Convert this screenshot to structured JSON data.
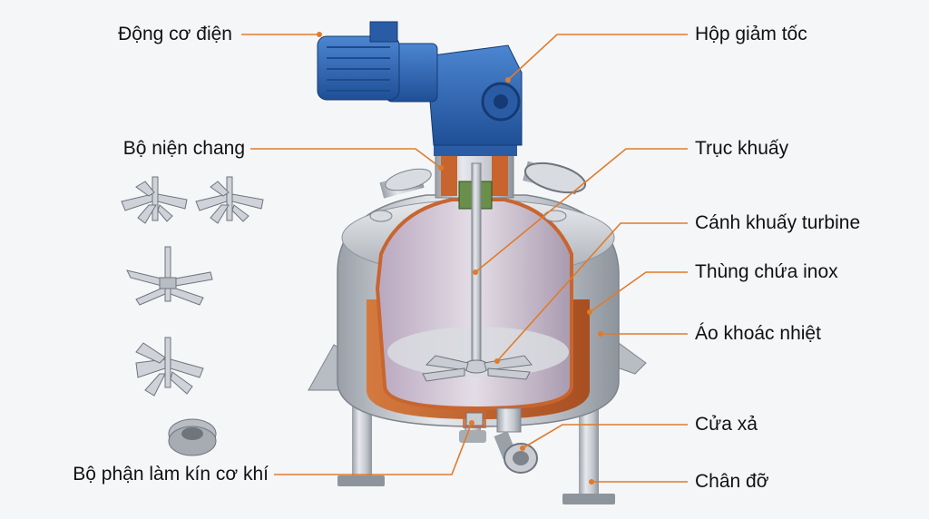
{
  "labels_left": [
    {
      "id": "motor",
      "text": "Động cơ điện"
    },
    {
      "id": "bushing",
      "text": "Bộ niện chang"
    },
    {
      "id": "mech-seal",
      "text": "Bộ phận làm kín cơ khí"
    }
  ],
  "labels_right": [
    {
      "id": "gearbox",
      "text": "Hộp giảm tốc"
    },
    {
      "id": "shaft",
      "text": "Trục khuấy"
    },
    {
      "id": "turbine",
      "text": "Cánh khuấy turbine"
    },
    {
      "id": "tank",
      "text": "Thùng chứa inox"
    },
    {
      "id": "jacket",
      "text": "Áo khoác nhiệt"
    },
    {
      "id": "outlet",
      "text": "Cửa xả"
    },
    {
      "id": "legs",
      "text": "Chân đỡ"
    }
  ],
  "colors": {
    "leader": "#e07b2a",
    "motor_blue": "#2f67b3",
    "steel": "#c9ccd2",
    "jacket_copper": "#c8652f",
    "background": "#f4f6f8"
  }
}
